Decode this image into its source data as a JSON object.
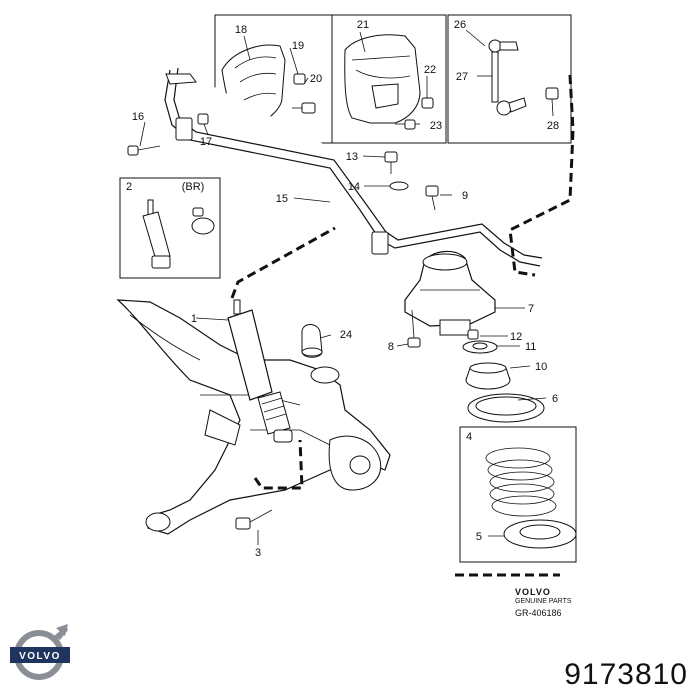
{
  "labels": {
    "n1": "1",
    "n2": "2",
    "n3": "3",
    "n4": "4",
    "n5": "5",
    "n6": "6",
    "n7": "7",
    "n8": "8",
    "n9": "9",
    "n10": "10",
    "n11": "11",
    "n12": "12",
    "n13": "13",
    "n14": "14",
    "n15": "15",
    "n16": "16",
    "n17": "17",
    "n18": "18",
    "n19": "19",
    "n20": "20",
    "n21": "21",
    "n22": "22",
    "n23": "23",
    "n24": "24",
    "n26": "26",
    "n27": "27",
    "n28": "28"
  },
  "variant_label": "(BR)",
  "brand_block": {
    "brand": "VOLVO",
    "subline": "GENUINE PARTS",
    "ref": "GR-406186"
  },
  "logo_text": "VOLVO",
  "part_number": "9173810",
  "colors": {
    "ink": "#111111",
    "background": "#ffffff"
  }
}
